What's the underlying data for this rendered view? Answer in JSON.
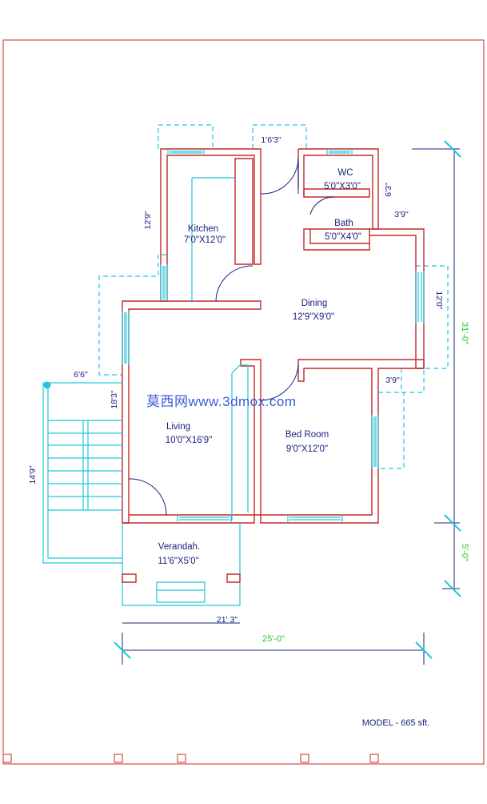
{
  "rooms": {
    "wc": {
      "name": "WC",
      "size": "5'0\"X3'0\""
    },
    "kitchen": {
      "name": "Kitchen",
      "size": "7'0\"X12'0\""
    },
    "bath": {
      "name": "Bath",
      "size": "5'0\"X4'0\""
    },
    "dining": {
      "name": "Dining",
      "size": "12'9\"X9'0\""
    },
    "living": {
      "name": "Living",
      "size": "10'0\"X16'9\""
    },
    "bedroom": {
      "name": "Bed Room",
      "size": "9'0\"X12'0\""
    },
    "verandah": {
      "name": "Verandah.",
      "size": "11'6\"X5'0\""
    }
  },
  "dimensions": {
    "top_projection": "1'6'3\"",
    "wc_height": "6'3\"",
    "bath_offset": "3'9\"",
    "kitchen_height": "12'9\"",
    "dining_window": "12'0\"",
    "right_total": "31'-0\"",
    "right_lower": "5'-0\"",
    "stair_landing": "6'6\"",
    "living_side": "18'3\"",
    "bedroom_offset": "3'9\"",
    "stair_length": "14'9\"",
    "front_width": "21' 3\"",
    "total_width": "25'-0\""
  },
  "watermark": "莫西网www.3dmox.com",
  "model_label": "MODEL - 665 sft."
}
